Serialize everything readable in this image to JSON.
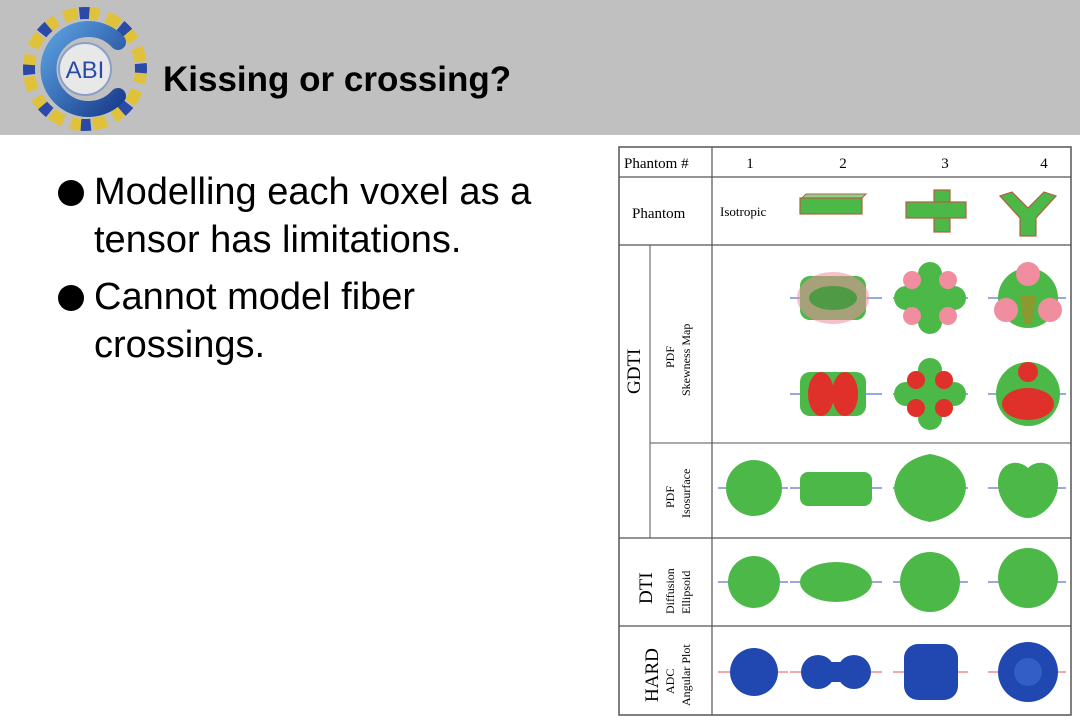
{
  "header": {
    "title": "Kissing or crossing?",
    "logo_text": "ABI"
  },
  "bullets": [
    {
      "text": "Modelling each voxel as a tensor has limitations."
    },
    {
      "text": "Cannot model fiber crossings."
    }
  ],
  "figure": {
    "header_label": "Phantom #",
    "columns": [
      "1",
      "2",
      "3",
      "4"
    ],
    "phantom_row_label": "Phantom",
    "isotropic_label": "Isotropic",
    "gdti_label": "GDTI",
    "pdf_skew_label": "PDF",
    "skewness_label": "Skewness Map",
    "pdf_iso_label": "PDF",
    "isosurface_label": "Isosurface",
    "dti_label": "DTI",
    "diffusion_label": "Diffusion",
    "ellipsoid_label": "Ellipsoid",
    "hard_label": "HARD",
    "adc_label": "ADC",
    "angular_label": "Angular Plot",
    "colors": {
      "green": "#4cb848",
      "pink": "#f08ea0",
      "red": "#e0302a",
      "blue": "#2048b0"
    }
  }
}
